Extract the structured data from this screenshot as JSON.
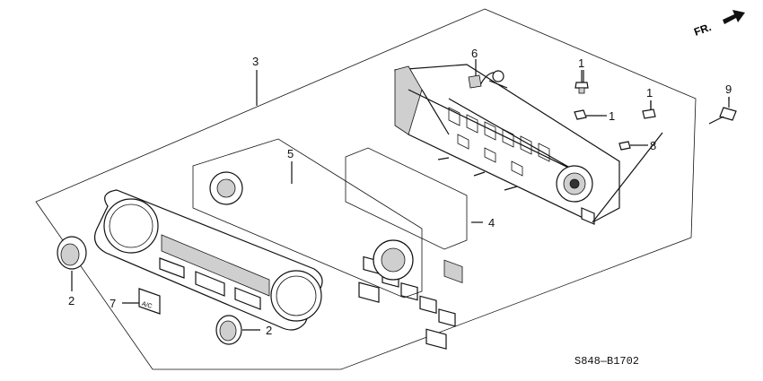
{
  "direction_label": "FR.",
  "diagram_code": "S848—B1702",
  "callouts": {
    "c1a": "1",
    "c1b": "1",
    "c1c": "1",
    "c2a": "2",
    "c2b": "2",
    "c3": "3",
    "c4": "4",
    "c5": "5",
    "c6": "6",
    "c7": "7",
    "c8": "8",
    "c9": "9"
  },
  "button_label": "A/C"
}
